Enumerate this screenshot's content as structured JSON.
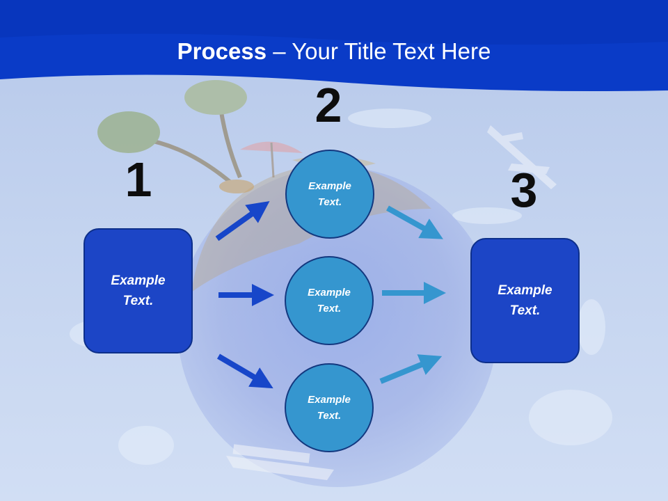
{
  "slide": {
    "title_bold": "Process",
    "title_rest": " – Your Title Text Here"
  },
  "steps": [
    {
      "number": "1",
      "label": "Example Text."
    },
    {
      "number": "2",
      "label": "Example Text."
    },
    {
      "number": "3",
      "label": "Example Text."
    }
  ],
  "stage2_items": [
    {
      "label": "Example Text."
    },
    {
      "label": "Example Text."
    },
    {
      "label": "Example Text."
    }
  ],
  "colors": {
    "header_band": "#0a3bc7",
    "box_fill": "#1c45c6",
    "circle_fill": "#3596cf",
    "arrow_dark": "#1746c9",
    "arrow_light": "#3596cf"
  }
}
